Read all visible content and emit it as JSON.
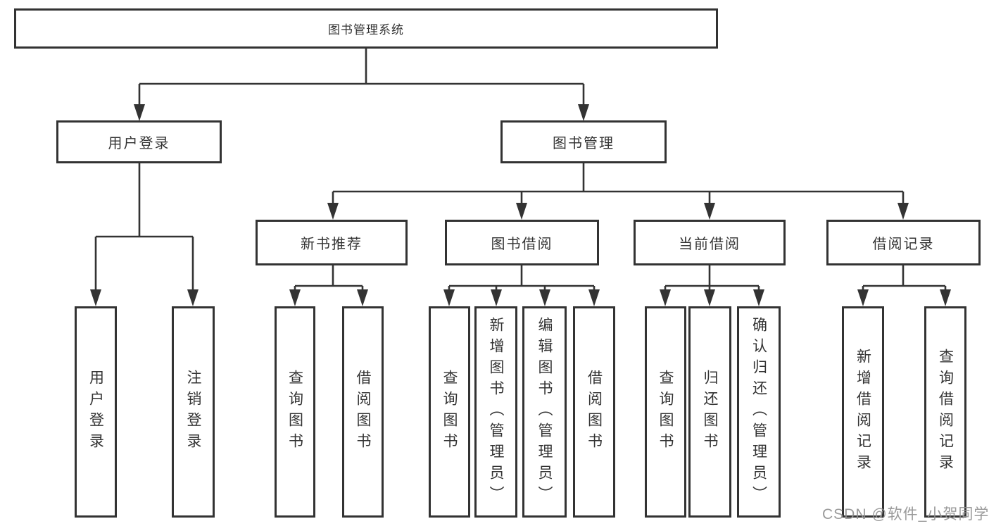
{
  "tree": {
    "label": "图书管理系统",
    "children": [
      {
        "label": "用户登录",
        "children": [
          {
            "label": "用户登录"
          },
          {
            "label": "注销登录"
          }
        ]
      },
      {
        "label": "图书管理",
        "children": [
          {
            "label": "新书推荐",
            "children": [
              {
                "label": "查询图书"
              },
              {
                "label": "借阅图书"
              }
            ]
          },
          {
            "label": "图书借阅",
            "children": [
              {
                "label": "查询图书"
              },
              {
                "label": "新增图书（管理员）"
              },
              {
                "label": "编辑图书（管理员）"
              },
              {
                "label": "借阅图书"
              }
            ]
          },
          {
            "label": "当前借阅",
            "children": [
              {
                "label": "查询图书"
              },
              {
                "label": "归还图书"
              },
              {
                "label": "确认归还（管理员）"
              }
            ]
          },
          {
            "label": "借阅记录",
            "children": [
              {
                "label": "新增借阅记录"
              },
              {
                "label": "查询借阅记录"
              }
            ]
          }
        ]
      }
    ]
  },
  "watermark": {
    "text": "CSDN @软件_小贺同学"
  },
  "colors": {
    "line": "#333333",
    "text": "#333333",
    "watermark": "#919191",
    "background": "#ffffff"
  }
}
